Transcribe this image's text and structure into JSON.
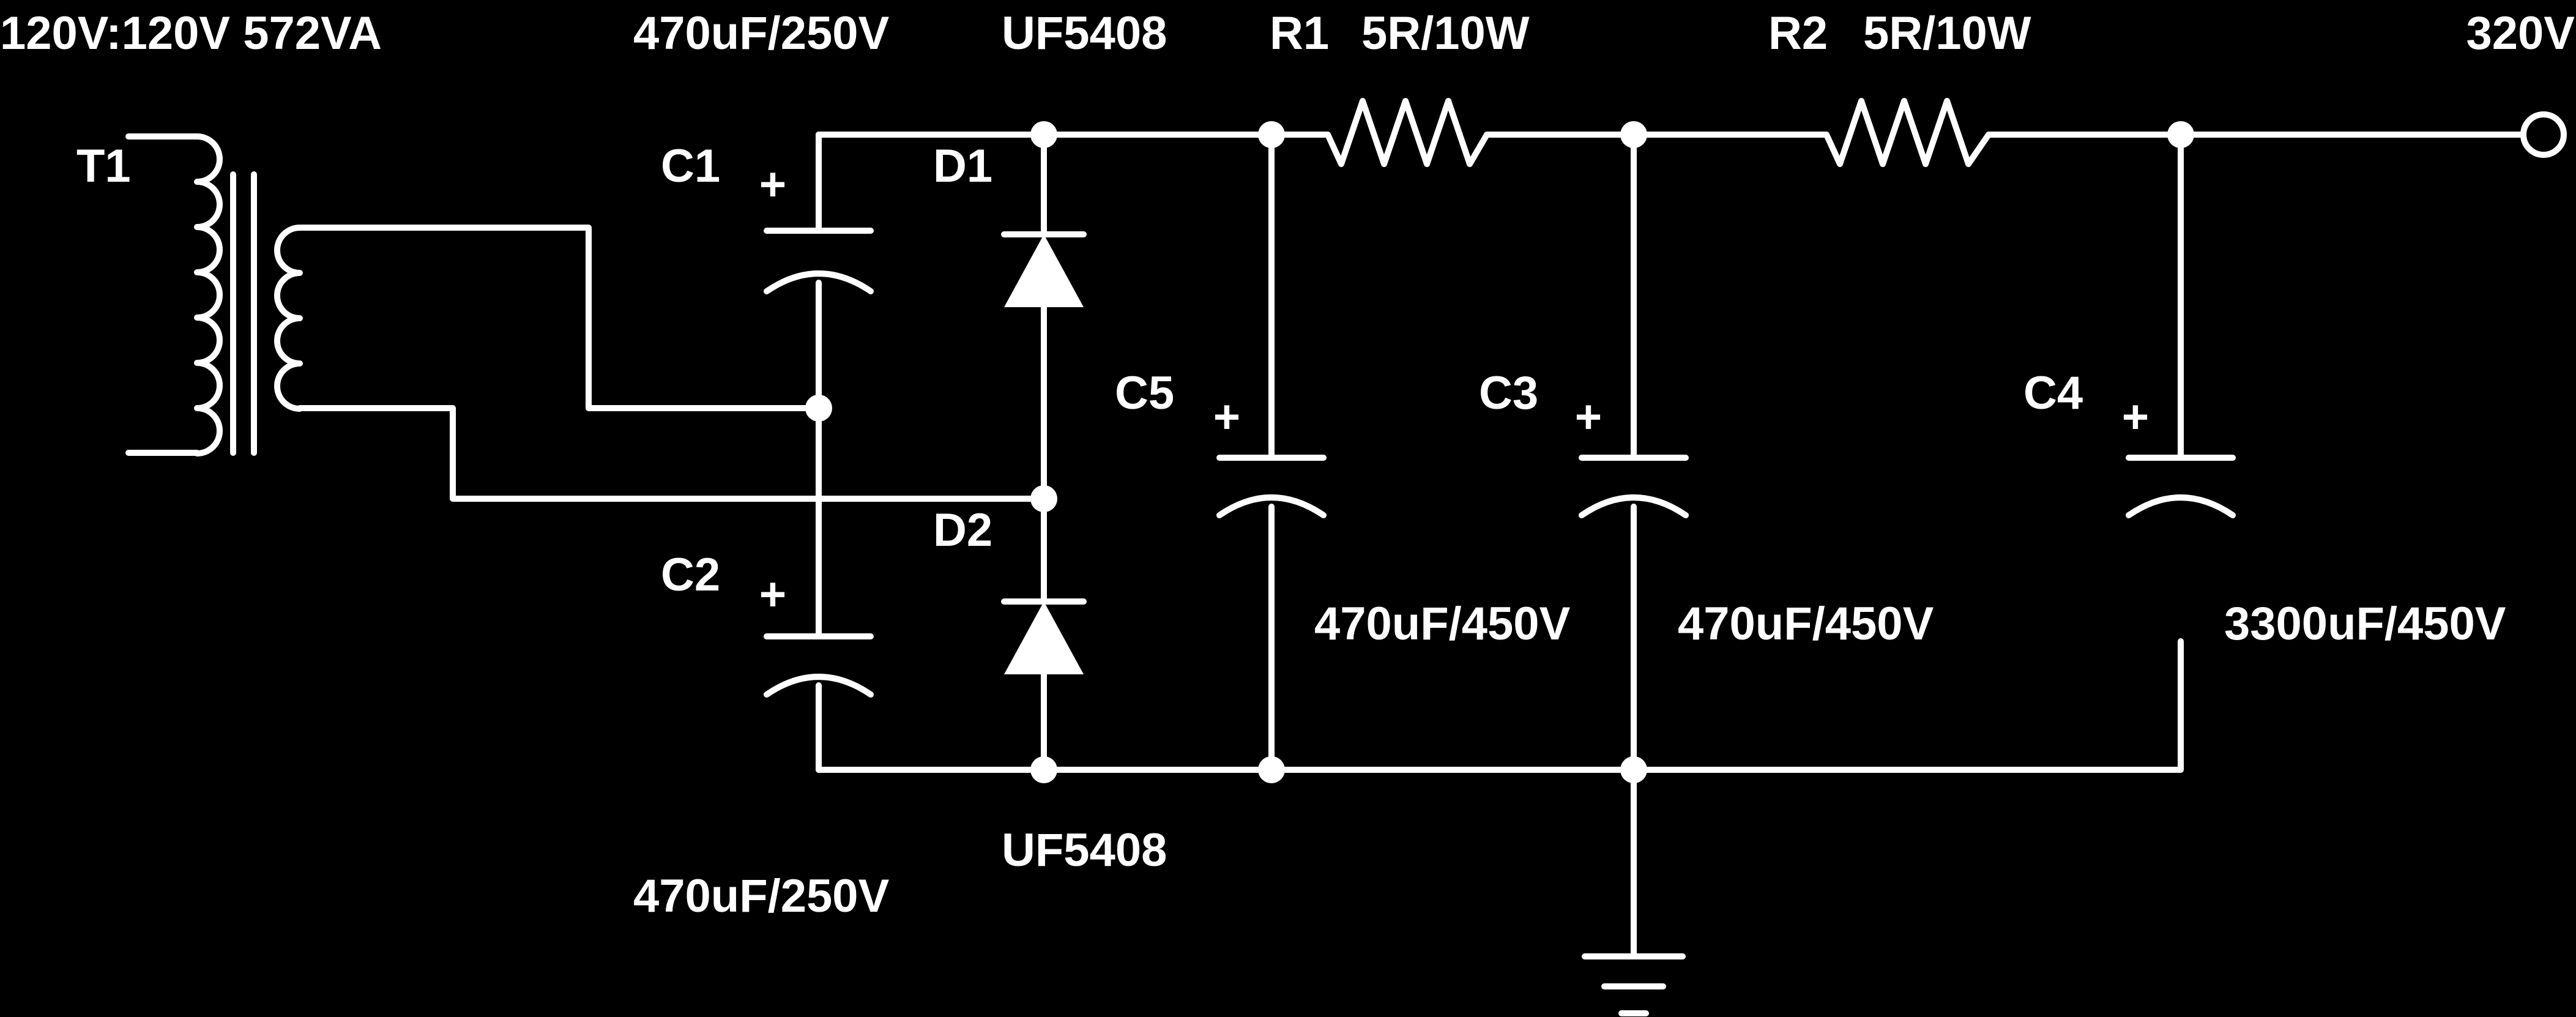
{
  "colors": {
    "background": "#000000",
    "foreground": "#ffffff"
  },
  "transformer": {
    "ref": "T1",
    "rating": "120V:120V 572VA"
  },
  "capacitors": [
    {
      "ref": "C1",
      "value": "470uF/250V"
    },
    {
      "ref": "C2",
      "value": "470uF/250V"
    },
    {
      "ref": "C5",
      "value": "470uF/450V"
    },
    {
      "ref": "C3",
      "value": "470uF/450V"
    },
    {
      "ref": "C4",
      "value": "3300uF/450V"
    }
  ],
  "diodes": [
    {
      "ref": "D1",
      "part": "UF5408"
    },
    {
      "ref": "D2",
      "part": "UF5408"
    }
  ],
  "resistors": [
    {
      "ref": "R1",
      "value": "5R/10W"
    },
    {
      "ref": "R2",
      "value": "5R/10W"
    }
  ],
  "output": {
    "label": "320V"
  },
  "polarity_mark": "+",
  "icons": [
    "transformer-symbol",
    "polarized-capacitor-symbol",
    "diode-symbol",
    "resistor-symbol",
    "ground-symbol",
    "output-terminal-symbol"
  ]
}
